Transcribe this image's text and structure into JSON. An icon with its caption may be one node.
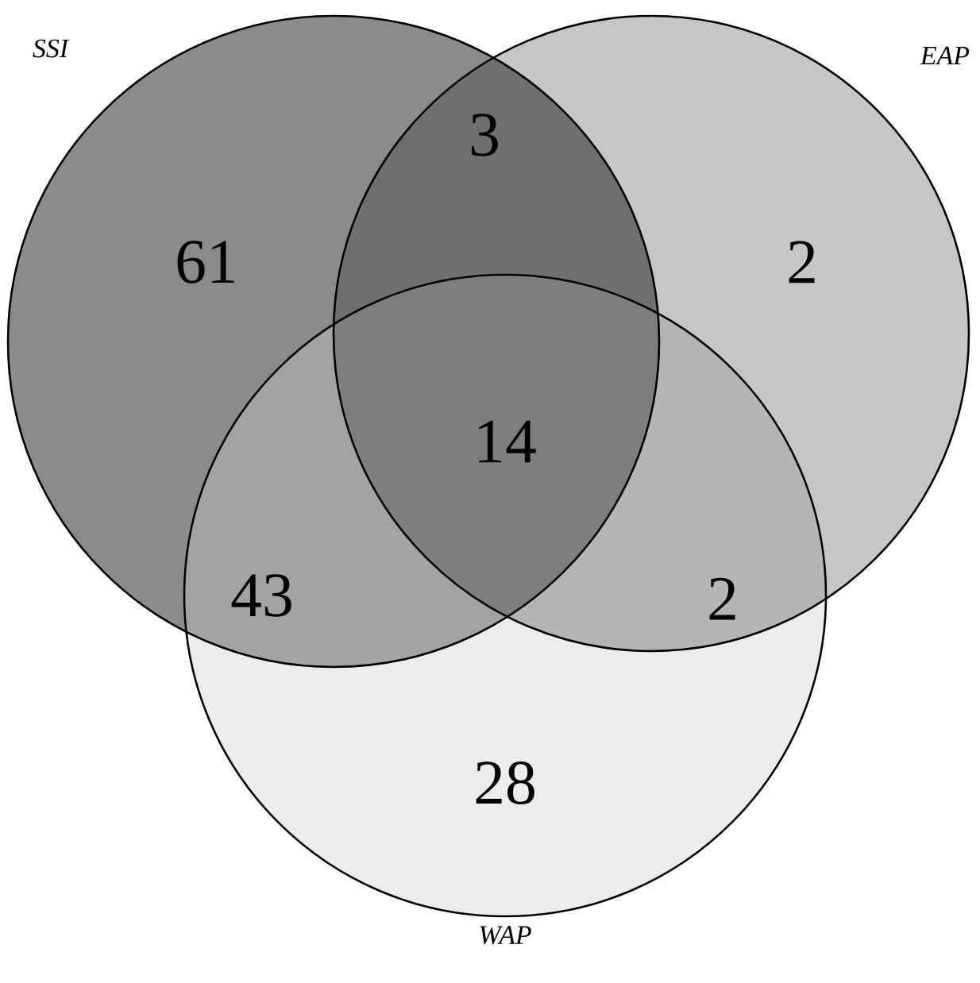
{
  "diagram": {
    "nodes": [
      {
        "text": [
          "SSI"
        ]
      },
      {
        "text": [
          "EAP"
        ]
      },
      {
        "text": [
          "WAP"
        ]
      }
    ],
    "labels": [
      "61",
      "3",
      "2",
      "14",
      "43",
      "2",
      "28"
    ]
  }
}
